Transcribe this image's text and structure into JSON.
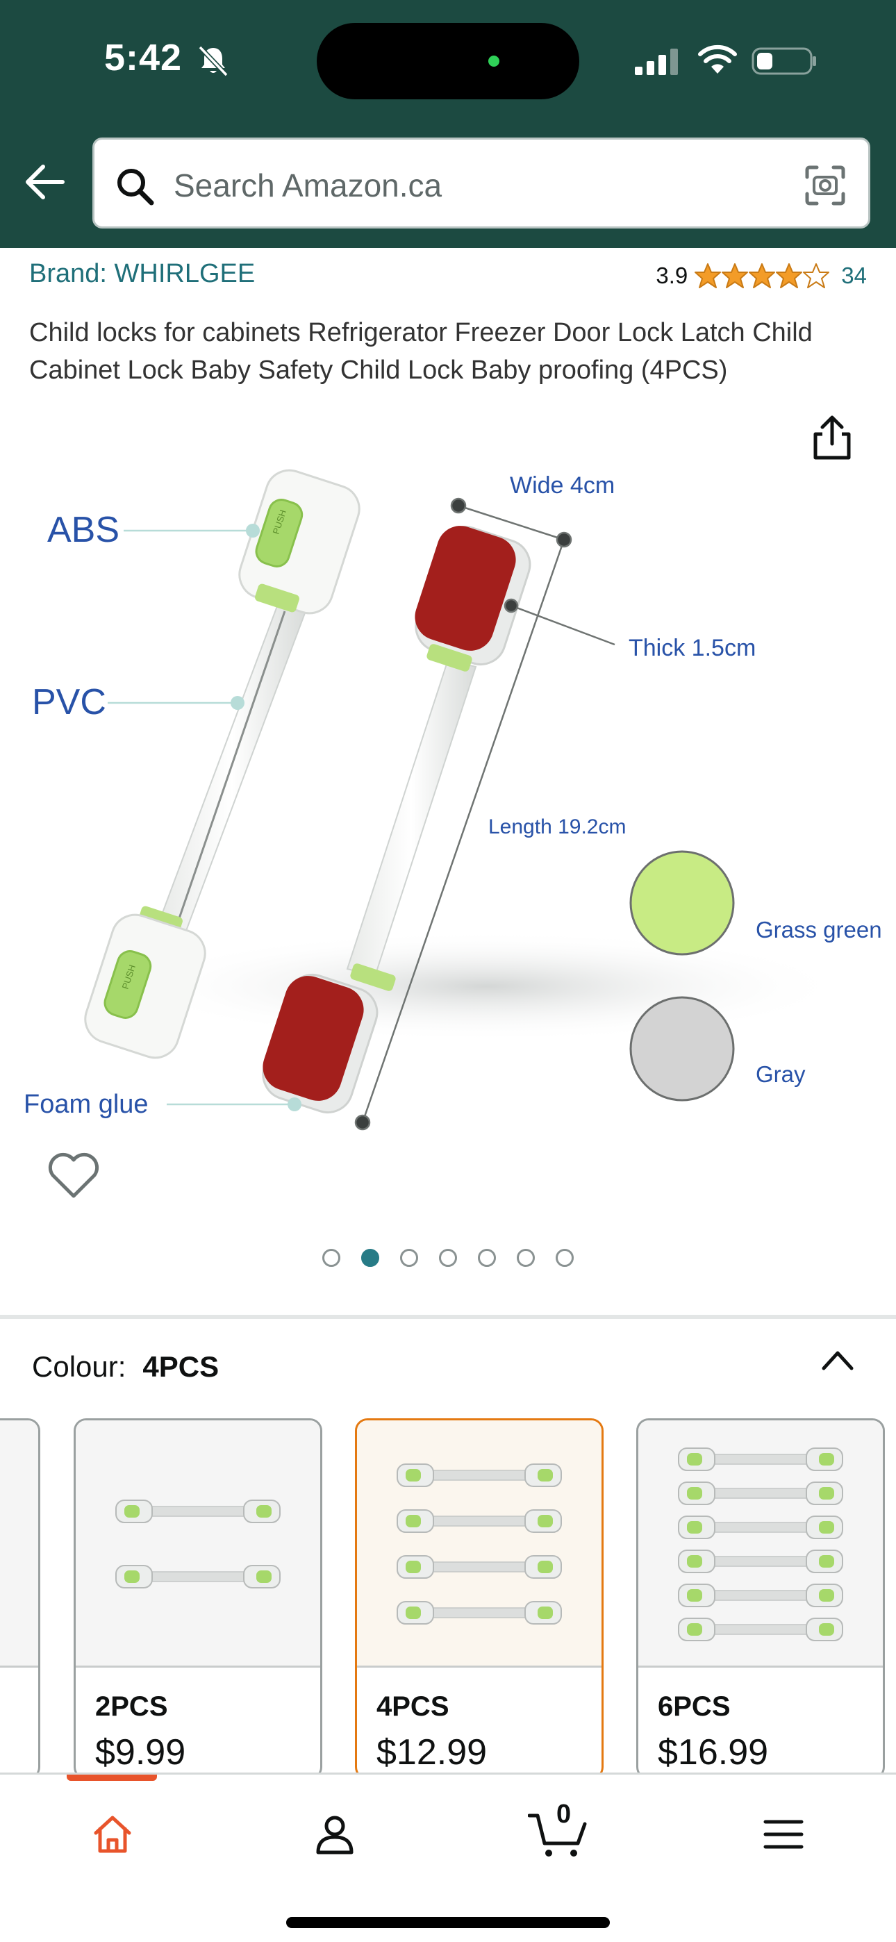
{
  "status_bar": {
    "time": "5:42"
  },
  "search": {
    "placeholder": "Search Amazon.ca"
  },
  "product": {
    "brand": "Brand: WHIRLGEE",
    "rating": "3.9",
    "rating_stars": 3.9,
    "review_count": "34",
    "title": "Child locks for cabinets Refrigerator Freezer Door Lock Latch Child Cabinet Lock Baby Safety Child Lock Baby proofing (4PCS)"
  },
  "diagram_labels": {
    "abs": "ABS",
    "pvc": "PVC",
    "foam": "Foam glue",
    "push": "PUSH",
    "wide": "Wide 4cm",
    "thick": "Thick 1.5cm",
    "length": "Length 19.2cm",
    "color1": "Grass green",
    "color2": "Gray"
  },
  "gallery": {
    "count": 7,
    "active_index": 1
  },
  "colour": {
    "label": "Colour:",
    "value": "4PCS"
  },
  "variants": [
    {
      "name": "2PCS",
      "price": "$9.99",
      "locks": 2
    },
    {
      "name": "4PCS",
      "price": "$12.99",
      "locks": 4,
      "selected": true
    },
    {
      "name": "6PCS",
      "price": "$16.99",
      "locks": 6
    }
  ],
  "nav": {
    "cart_count": "0"
  },
  "colors": {
    "header": "#1c4a41",
    "link": "#1f6f79",
    "accent": "#e47911",
    "star": "#f39c28",
    "home_active": "#e8542b"
  },
  "icons": [
    "bell-slash-icon",
    "signal-icon",
    "wifi-icon",
    "battery-icon",
    "back-arrow-icon",
    "search-icon",
    "camera-icon",
    "share-icon",
    "heart-icon",
    "chevron-up-icon",
    "home-icon",
    "account-icon",
    "cart-icon",
    "menu-icon"
  ]
}
